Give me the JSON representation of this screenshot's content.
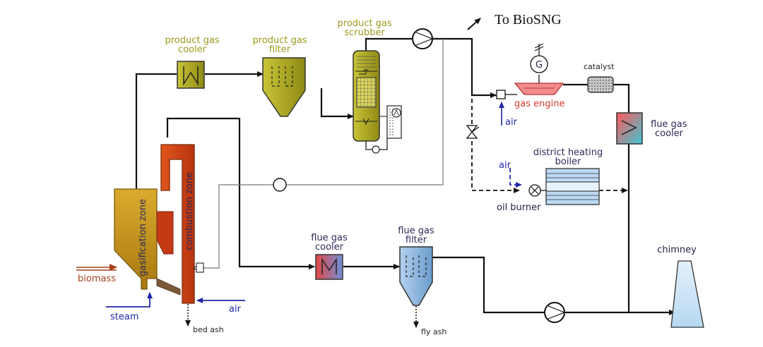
{
  "title": "",
  "labels": {
    "to_biosng": "To BioSNG",
    "pg_cooler": [
      "product gas",
      "cooler"
    ],
    "pg_filter": [
      "product gas",
      "filter"
    ],
    "pg_scrubber": [
      "product gas",
      "scrubber"
    ],
    "gas_engine": "gas engine",
    "catalyst": "catalyst",
    "flue_gas_cooler_right": [
      "flue gas",
      "cooler"
    ],
    "district_heating_boiler": [
      "district heating",
      "boiler"
    ],
    "air_engine": "air",
    "air_boiler": "air",
    "oil_burner": "oil burner",
    "gasification_zone": "gasification zone",
    "combustion_zone": "combustion zone",
    "biomass": "biomass",
    "steam": "steam",
    "air_reactor": "air",
    "bed_ash": "bed ash",
    "flue_gas_cooler_bottom": [
      "flue gas",
      "cooler"
    ],
    "flue_gas_filter": [
      "flue gas",
      "filter"
    ],
    "fly_ash": "fly ash",
    "chimney": "chimney",
    "generator": "G"
  },
  "colors": {
    "olive": "#b2ad1c",
    "olive_dark": "#7d7a12",
    "gasifier": "#c6961c",
    "combustion": "#d2461c",
    "flue_red": "#e14a4a",
    "filter_blue": "#8eb6e0",
    "boiler_blue": "#bcd9f4",
    "cooler_teal": "#46c8c8",
    "line": "#111111",
    "air_blue": "#1f28a8",
    "biomass_brown": "#a8401a"
  }
}
